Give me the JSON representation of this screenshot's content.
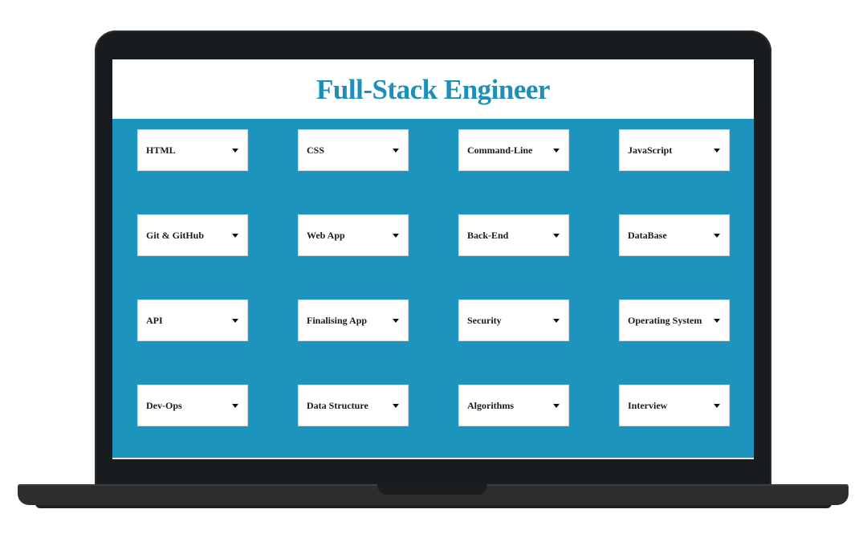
{
  "page": {
    "title": "Full-Stack Engineer"
  },
  "topics": [
    {
      "label": "HTML",
      "icon": "caret-down-icon"
    },
    {
      "label": "CSS",
      "icon": "caret-down-icon"
    },
    {
      "label": "Command-Line",
      "icon": "caret-down-icon"
    },
    {
      "label": "JavaScript",
      "icon": "caret-down-icon"
    },
    {
      "label": "Git & GitHub",
      "icon": "caret-down-icon"
    },
    {
      "label": "Web App",
      "icon": "caret-down-icon"
    },
    {
      "label": "Back-End",
      "icon": "caret-down-icon"
    },
    {
      "label": "DataBase",
      "icon": "caret-down-icon"
    },
    {
      "label": "API",
      "icon": "caret-down-icon"
    },
    {
      "label": "Finalising App",
      "icon": "caret-down-icon"
    },
    {
      "label": "Security",
      "icon": "caret-down-icon"
    },
    {
      "label": "Operating System",
      "icon": "caret-down-icon"
    },
    {
      "label": "Dev-Ops",
      "icon": "caret-down-icon"
    },
    {
      "label": "Data Structure",
      "icon": "caret-down-icon"
    },
    {
      "label": "Algorithms",
      "icon": "caret-down-icon"
    },
    {
      "label": "Interview",
      "icon": "caret-down-icon"
    }
  ],
  "colors": {
    "accent": "#1c94bd",
    "title": "#1c8fba",
    "laptop_frame": "#181c1f"
  }
}
